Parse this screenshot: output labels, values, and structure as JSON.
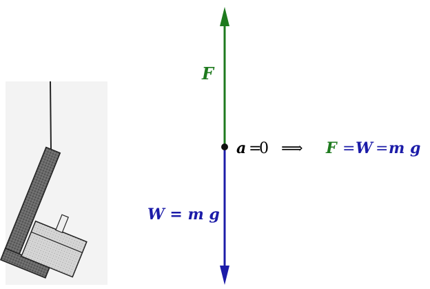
{
  "labels": {
    "force": "F",
    "weight": "W = m g",
    "eq_a": "a",
    "eq_eq1": "=",
    "eq_zero": "0",
    "eq_implies": "⟹",
    "eq_F": "F",
    "eq_eq2": "=",
    "eq_W": "W",
    "eq_eq3": "=",
    "eq_mg": "m g"
  },
  "colors": {
    "force": "#1e7a1e",
    "weight": "#1c1ca8",
    "text": "#000000",
    "sketch_bg": "#f4f4f4",
    "sketch_dark": "#555555",
    "sketch_light": "#c9c9c9"
  }
}
